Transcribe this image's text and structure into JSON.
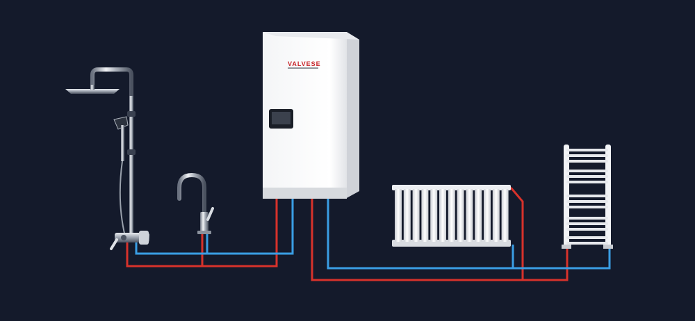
{
  "diagram": {
    "background_color": "#141a2b",
    "hot_pipe_color": "#d7322b",
    "cold_pipe_color": "#3a9ee4",
    "boiler": {
      "brand_text": "VALVESE",
      "brand_accent_color": "#c8262b",
      "display_icon": "control-panel-icon"
    },
    "components": [
      {
        "name": "rain-shower-column",
        "icon": "shower-icon"
      },
      {
        "name": "kitchen-faucet",
        "icon": "faucet-icon"
      },
      {
        "name": "wall-boiler",
        "icon": "boiler-icon"
      },
      {
        "name": "panel-radiator",
        "icon": "radiator-icon"
      },
      {
        "name": "towel-radiator",
        "icon": "towel-rail-icon"
      }
    ]
  }
}
